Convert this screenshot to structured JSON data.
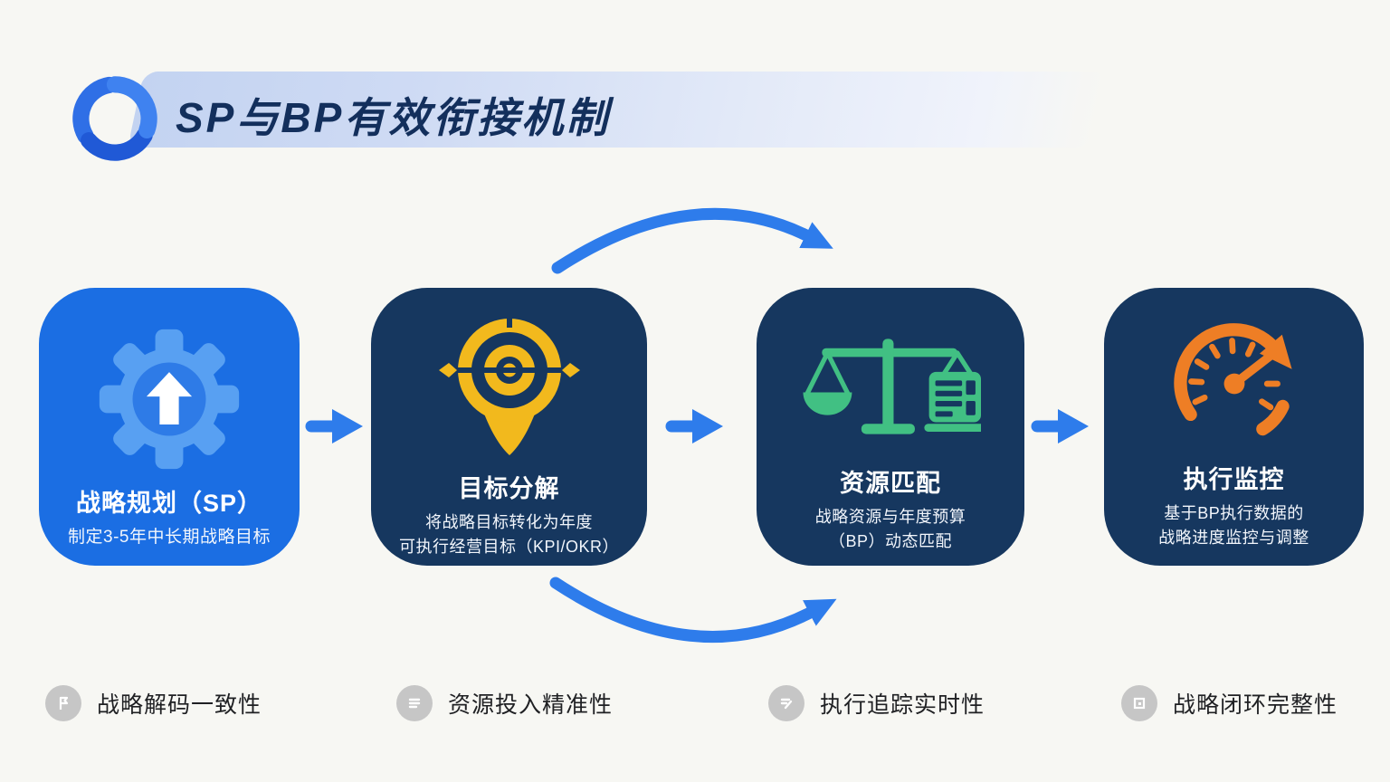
{
  "header": {
    "title": "SP与BP有效衔接机制",
    "logo_icon": "cycle-swirl-logo"
  },
  "cards": [
    {
      "title": "战略规划（SP）",
      "desc": "制定3-5年中长期战略目标",
      "icon": "gear-up-arrow-icon"
    },
    {
      "title": "目标分解",
      "desc": "将战略目标转化为年度\n可执行经营目标（KPI/OKR）",
      "icon": "target-pin-icon"
    },
    {
      "title": "资源匹配",
      "desc": "战略资源与年度预算\n（BP）动态匹配",
      "icon": "balance-scale-document-icon"
    },
    {
      "title": "执行监控",
      "desc": "基于BP执行数据的\n战略进度监控与调整",
      "icon": "speedometer-icon"
    }
  ],
  "footer": {
    "items": [
      {
        "label": "战略解码一致性",
        "icon": "flag-icon"
      },
      {
        "label": "资源投入精准性",
        "icon": "list-icon"
      },
      {
        "label": "执行追踪实时性",
        "icon": "edit-note-icon"
      },
      {
        "label": "战略闭环完整性",
        "icon": "qr-box-icon"
      }
    ]
  },
  "colors": {
    "background": "#f7f7f3",
    "banner_blue": "#c7d5f3",
    "title_text": "#132f5c",
    "card_primary_blue": "#1b6ee3",
    "card_dark_navy": "#16375f",
    "arrow_blue": "#2e7ceb",
    "gear_light_blue": "#58a0f2",
    "gear_inner_blue": "#2e7be7",
    "pin_yellow": "#f2b91d",
    "scale_green": "#41c083",
    "gauge_orange": "#ee7e25",
    "footer_circle_gray": "#c6c6c6",
    "footer_text": "#1f2023"
  }
}
